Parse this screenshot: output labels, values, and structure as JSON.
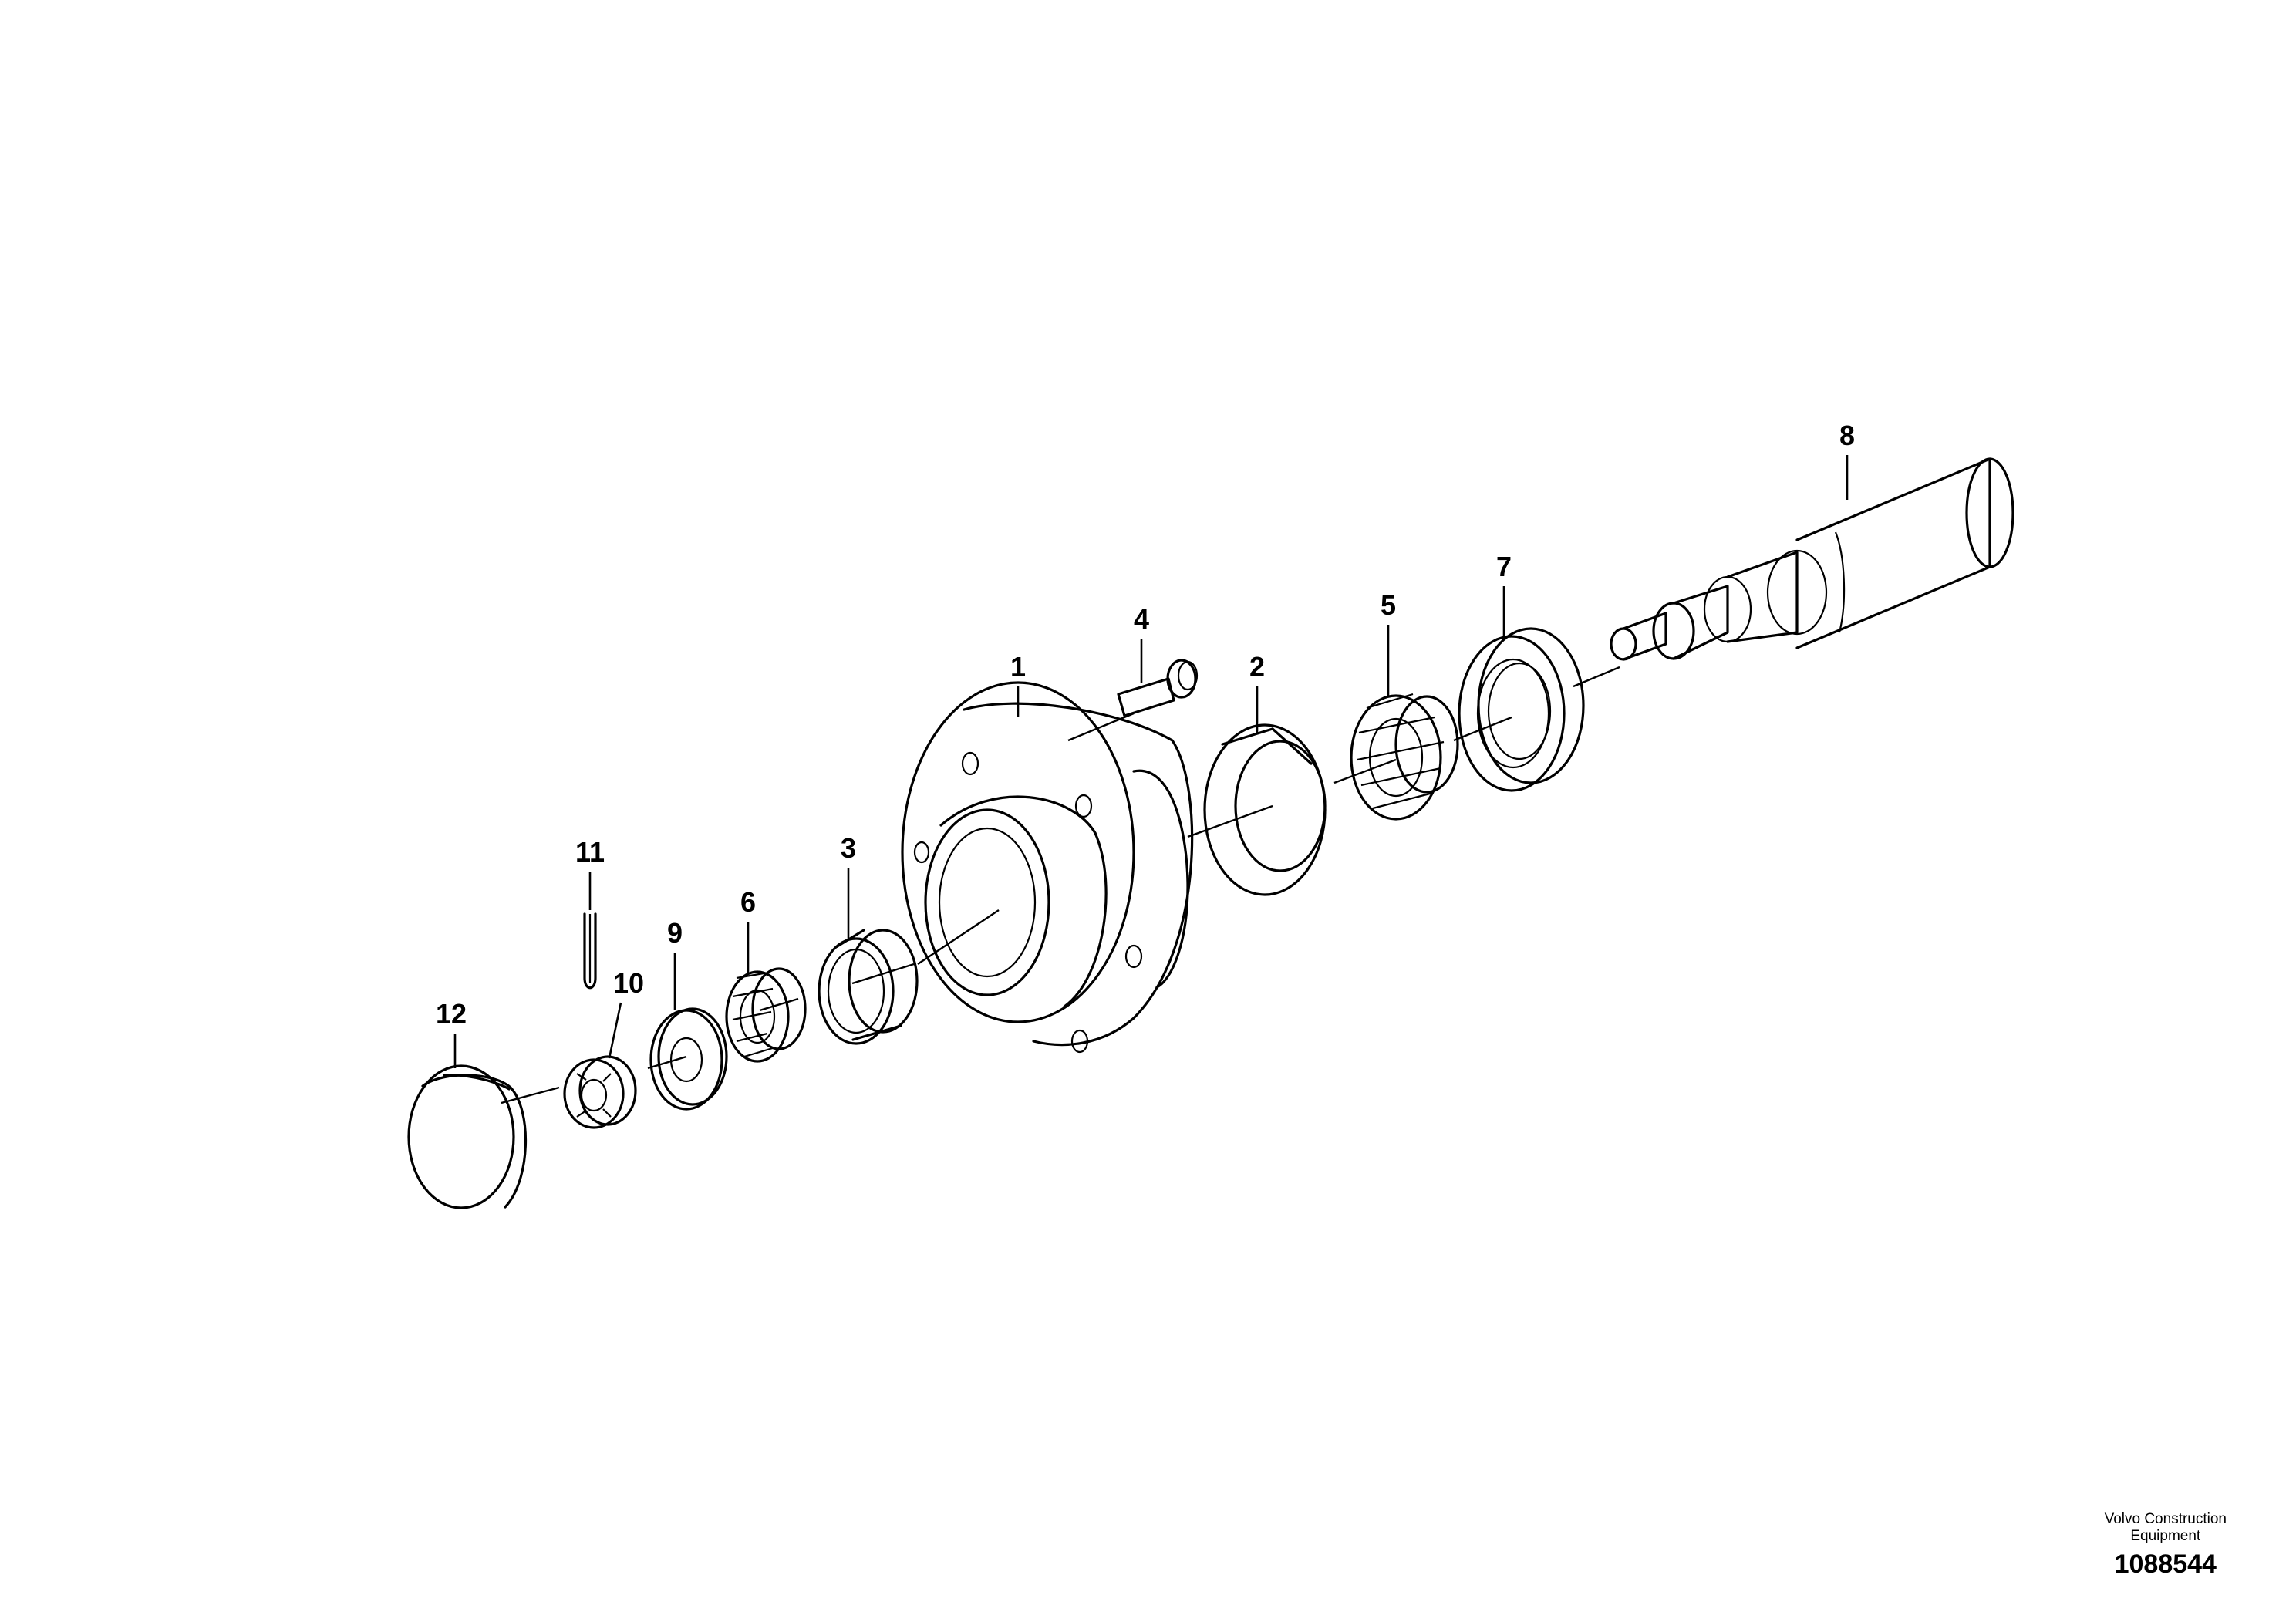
{
  "callouts": {
    "c1": "1",
    "c2": "2",
    "c3": "3",
    "c4": "4",
    "c5": "5",
    "c6": "6",
    "c7": "7",
    "c8": "8",
    "c9": "9",
    "c10": "10",
    "c11": "11",
    "c12": "12"
  },
  "footer": {
    "brand_line1": "Volvo Construction",
    "brand_line2": "Equipment",
    "drawing_number": "1088544"
  }
}
